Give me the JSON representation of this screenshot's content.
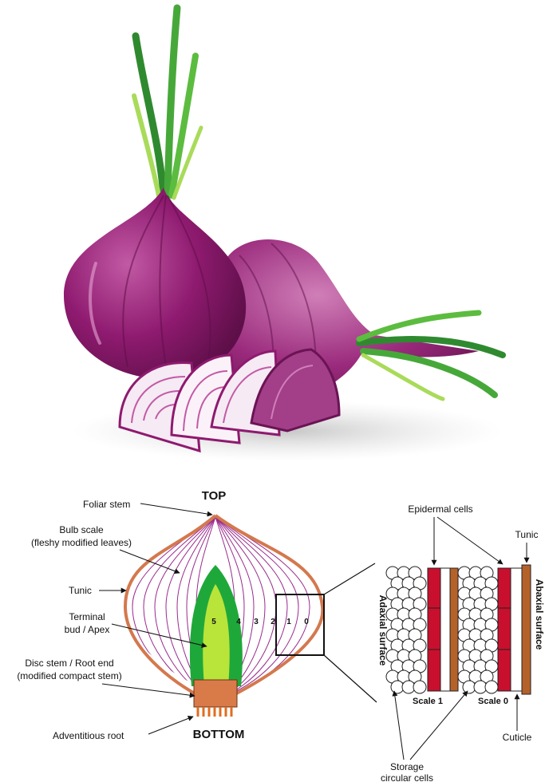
{
  "colors": {
    "onion_purple": "#8e1a6f",
    "onion_dark": "#5e0f49",
    "onion_light": "#c25aa5",
    "leaf_green": "#47a83a",
    "leaf_light": "#a9db5a",
    "tunic_orange": "#d4784e",
    "scale_line": "#9a2a8c",
    "bud_green": "#1fa83a",
    "bud_yellow": "#b9e43a",
    "disc_stem": "#d97a49",
    "epidermal_red": "#c8102e",
    "tunic_bar": "#b5612a"
  },
  "illustration": {
    "subject": "red-onion-icon"
  },
  "diagram": {
    "top_label": "TOP",
    "bottom_label": "BOTTOM",
    "foliar_stem": "Foliar stem",
    "bulb_scale_line1": "Bulb scale",
    "bulb_scale_line2": "(fleshy modified leaves)",
    "tunic_left": "Tunic",
    "terminal_bud_line1": "Terminal",
    "terminal_bud_line2": "bud / Apex",
    "disc_stem_line1": "Disc stem / Root end",
    "disc_stem_line2": "(modified compact stem)",
    "adventitious_root": "Adventitious root",
    "scale_numbers": [
      "5",
      "4",
      "3",
      "2",
      "1",
      "0"
    ]
  },
  "detail": {
    "epidermal_cells": "Epidermal cells",
    "tunic_right": "Tunic",
    "adaxial_left": "Adaxial surface",
    "abaxial_right": "Abaxial surface",
    "scale1": "Scale 1",
    "scale0": "Scale 0",
    "cuticle": "Cuticle",
    "storage_line1": "Storage",
    "storage_line2": "circular cells"
  }
}
